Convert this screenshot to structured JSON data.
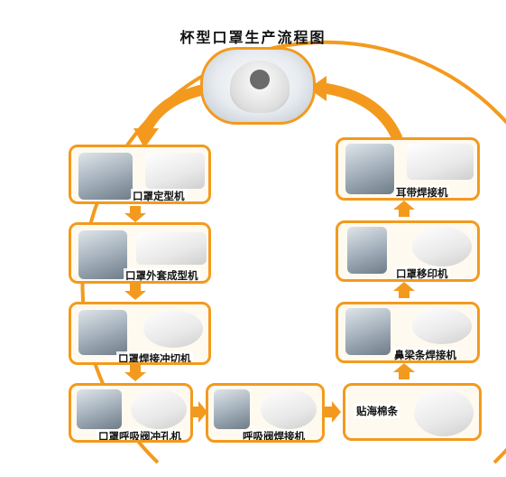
{
  "title": "杯型口罩生产流程图",
  "colors": {
    "accent": "#f39a1e",
    "circle": "#f39a1e",
    "arrow": "#f39a1e"
  },
  "steps": [
    {
      "id": "s1",
      "label": "口罩定型机"
    },
    {
      "id": "s2",
      "label": "口罩外套成型机"
    },
    {
      "id": "s3",
      "label": "口罩焊接冲切机"
    },
    {
      "id": "s4",
      "label": "口罩呼吸阀冲孔机"
    },
    {
      "id": "s5",
      "label": "呼吸阀焊接机"
    },
    {
      "id": "s6",
      "label": "贴海棉条"
    },
    {
      "id": "s7",
      "label": "鼻梁条焊接机"
    },
    {
      "id": "s8",
      "label": "口罩移印机"
    },
    {
      "id": "s9",
      "label": "耳带焊接机"
    }
  ]
}
